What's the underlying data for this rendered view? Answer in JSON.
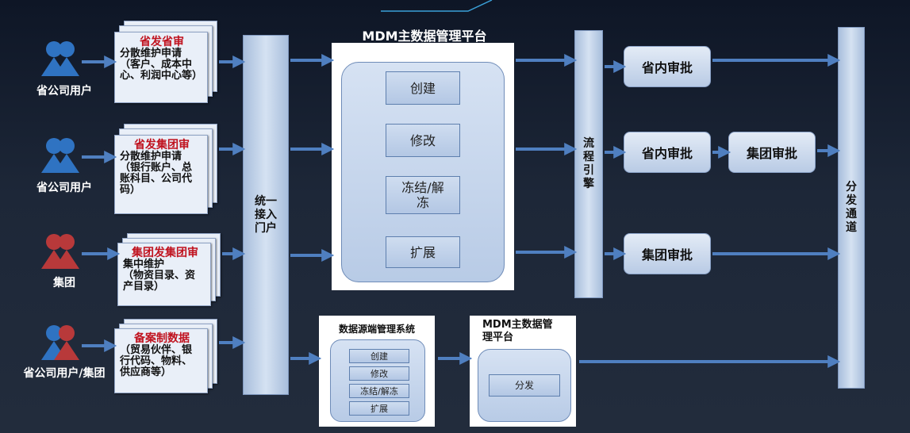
{
  "users": [
    {
      "label": "省公司用户",
      "color": "#2f73c2"
    },
    {
      "label": "省公司用户",
      "color": "#2f73c2"
    },
    {
      "label": "集团",
      "color": "#b8393a"
    },
    {
      "label": "省公司用户/集团",
      "color": "mixed"
    }
  ],
  "docs": [
    {
      "title": "省发省审",
      "body": "分散维护申请\n（客户、成本中\n心、利润中心等）"
    },
    {
      "title": "省发集团审",
      "body": "分散维护申请\n（银行账户、总\n账科目、公司代\n码）"
    },
    {
      "title": "集团发集团审",
      "body": "集中维护\n（物资目录、资\n产目录）"
    },
    {
      "title": "备案制数据",
      "body": "（贸易伙伴、银\n行代码、物料、\n供应商等）"
    }
  ],
  "portal": {
    "label": "统一\n接入\n门户"
  },
  "mdm": {
    "title": "MDM主数据管理平台",
    "ops": [
      "创建",
      "修改",
      "冻结/解\n冻",
      "扩展"
    ]
  },
  "flow_engine": {
    "label": "流\n程\n引\n擎"
  },
  "approvals": {
    "row1": "省内审批",
    "row2a": "省内审批",
    "row2b": "集团审批",
    "row3": "集团审批"
  },
  "distribution": {
    "label": "分\n发\n通\n道"
  },
  "source_system": {
    "title": "数据源端管理系统",
    "ops": [
      "创建",
      "修改",
      "冻结/解冻",
      "扩展"
    ]
  },
  "mdm_small": {
    "title": "MDM主数据管\n理平台",
    "op": "分发"
  },
  "colors": {
    "arrow": "#4f7fc0",
    "highlight": "#c0121e",
    "user_blue": "#2f73c2",
    "user_red": "#b8393a"
  }
}
